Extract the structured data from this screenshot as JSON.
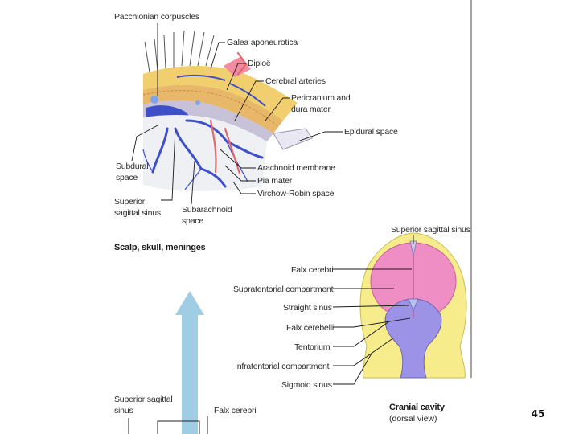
{
  "scalp_diagram": {
    "caption": "Scalp, skull, meninges",
    "labels": {
      "pacchionian": "Pacchionian corpuscles",
      "galea": "Galea aponeurotica",
      "diploe": "Diploë",
      "cerebral_arteries": "Cerebral arteries",
      "pericranium_1": "Pericranium and",
      "pericranium_2": "dura mater",
      "epidural": "Epidural space",
      "subdural_1": "Subdural",
      "subdural_2": "space",
      "arachnoid": "Arachnoid membrane",
      "pia": "Pia mater",
      "virchow": "Virchow-Robin space",
      "sup_sag_1": "Superior",
      "sup_sag_2": "sagittal sinus",
      "subarachnoid_1": "Subarachnoid",
      "subarachnoid_2": "space"
    }
  },
  "cranial_diagram": {
    "caption_1": "Cranial cavity",
    "caption_2": "(dorsal view)",
    "labels": {
      "sup_sag": "Superior sagittal sinus",
      "falx_cerebri": "Falx cerebri",
      "supratentorial": "Supratentorial compartment",
      "straight_sinus": "Straight sinus",
      "falx_cerebelli": "Falx cerebelli",
      "tentorium": "Tentorium",
      "infratentorial": "Infratentorial compartment",
      "sigmoid": "Sigmoid sinus"
    }
  },
  "bottom_diagram": {
    "sup_sag_1": "Superior sagittal",
    "sup_sag_2": "sinus",
    "falx_cerebri": "Falx cerebri"
  },
  "page_number": "45",
  "colors": {
    "scalp_yellow": "#f2cf6e",
    "bone_tan": "#e7b86a",
    "vein_blue": "#3d4fc9",
    "artery_red": "#e06a6a",
    "brain_pink": "#ef8ec4",
    "cerebellum_lavender": "#9d93e6",
    "skull_yellow": "#f6ec8c",
    "arrow_blue": "#9fcde3"
  }
}
